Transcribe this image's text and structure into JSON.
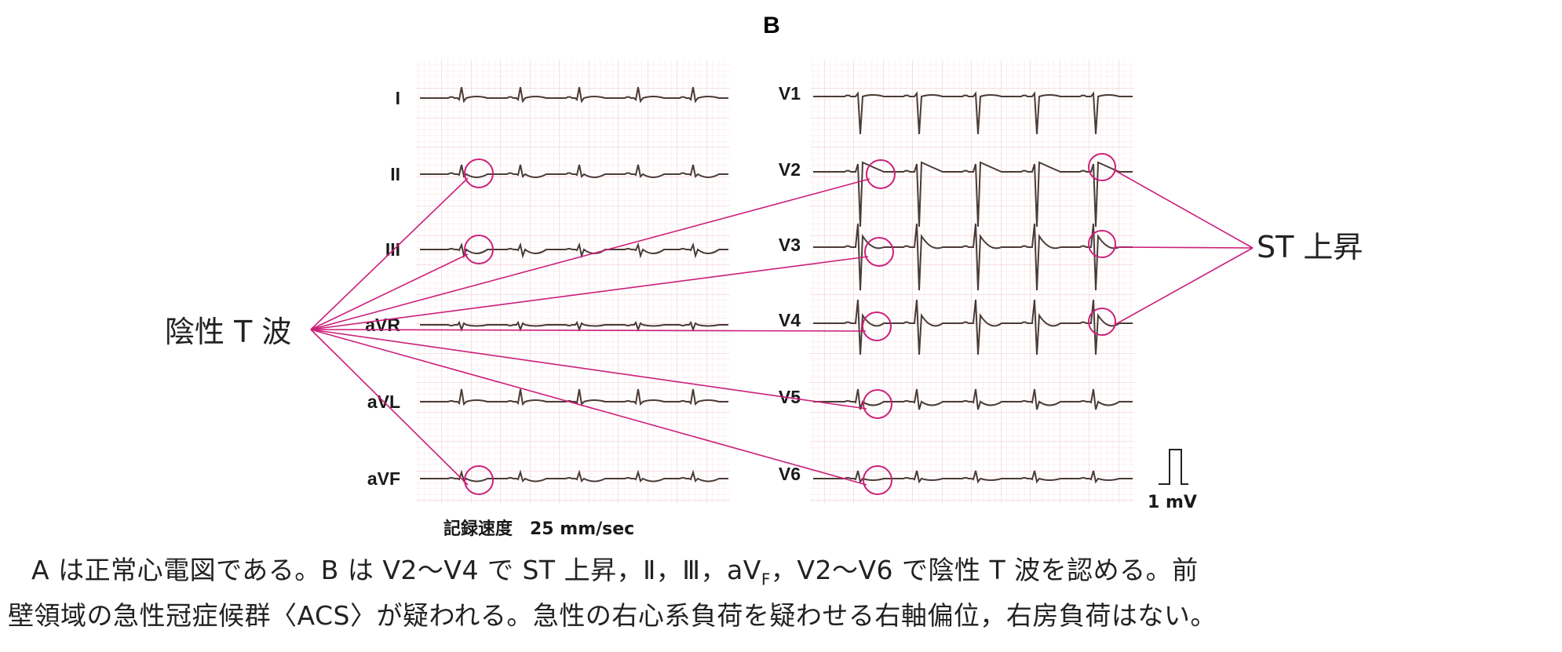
{
  "panel_label": "B",
  "leads_left": [
    "I",
    "II",
    "III",
    "aVR",
    "aVL",
    "aVF"
  ],
  "leads_right": [
    "V1",
    "V2",
    "V3",
    "V4",
    "V5",
    "V6"
  ],
  "annotation_negative_t": "陰性 T 波",
  "annotation_st_elevation": "ST 上昇",
  "recording_speed": "記録速度　25 mm/sec",
  "calibration_label": "1 mV",
  "caption": {
    "line1_pre": "A は正常心電図である。B は V2〜V4 で ST 上昇，Ⅱ，Ⅲ，aV",
    "line1_sub": "F",
    "line1_post": "，V2〜V6 で陰性 T 波を認める。前",
    "line2": "壁領域の急性冠症候群〈ACS〉が疑われる。急性の右心系負荷を疑わせる右軸偏位，右房負荷はない。"
  },
  "colors": {
    "annotation": "#cc1f7a",
    "grid_minor": "#f7d7dd",
    "grid_major": "#eeb7c1",
    "trace": "#4a3b36"
  }
}
